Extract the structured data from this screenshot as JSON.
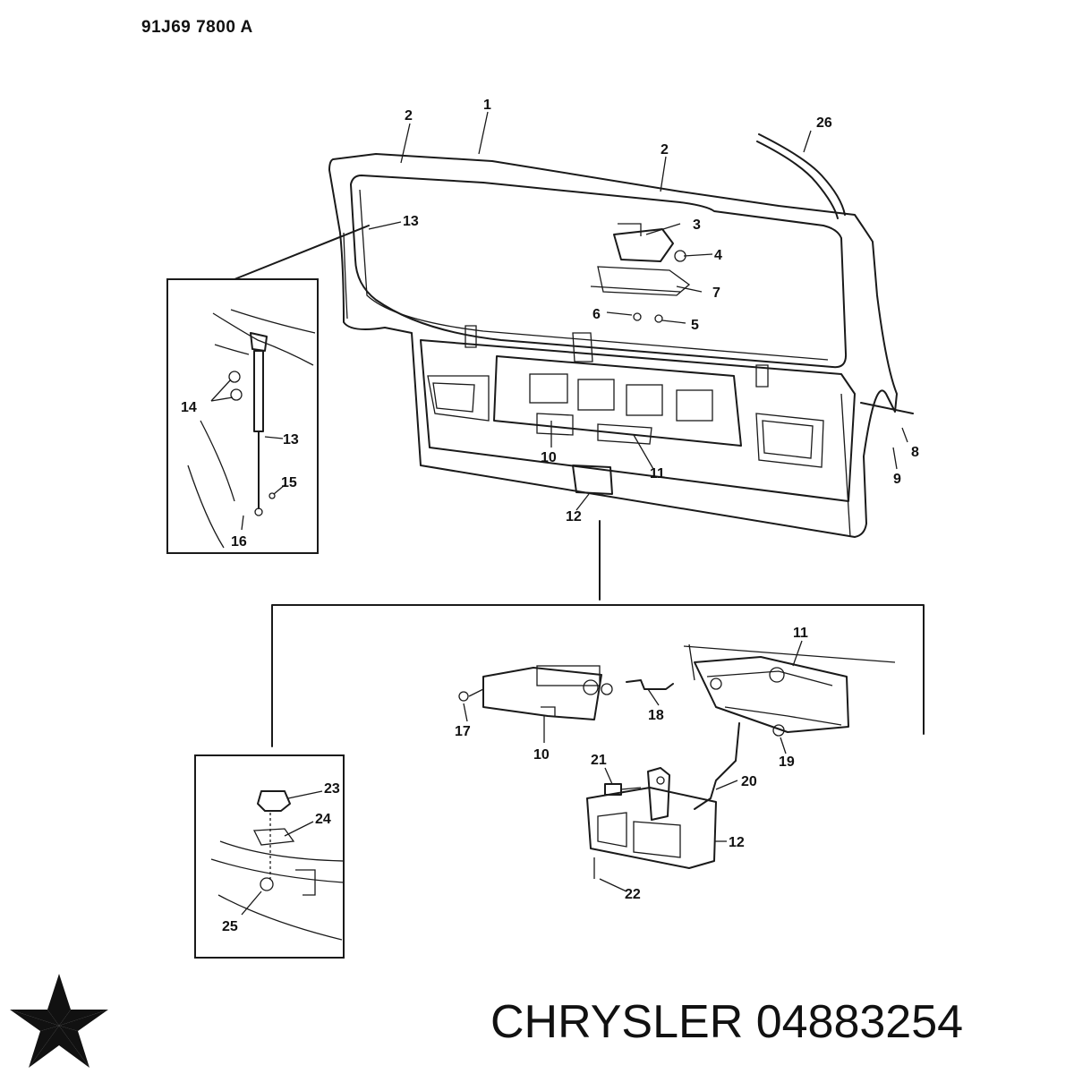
{
  "header": {
    "drawing_code": "91J69 7800 A"
  },
  "footer": {
    "brand": "CHRYSLER",
    "part_number": "04883254",
    "logo": "chrysler-pentastar-logo"
  },
  "callouts": {
    "liftgate": "1",
    "hinge_left": "2",
    "hinge_right": "2",
    "hinge_3": "3",
    "bolt_4": "4",
    "screw_5": "5",
    "screw_6": "6",
    "plate_7": "7",
    "clip_8": "8",
    "nut_9": "9",
    "latch_10_top": "10",
    "latch_11_top": "11",
    "latch_12_top": "12",
    "strut_13_top": "13",
    "strut_13_inset": "13",
    "bolt_14": "14",
    "clip_15": "15",
    "stud_16": "16",
    "clip_17": "17",
    "rod_18": "18",
    "nut_19": "19",
    "rod_20": "20",
    "bolt_21": "21",
    "screw_22": "22",
    "striker_23": "23",
    "shim_24": "24",
    "nut_25": "25",
    "weatherstrip_26": "26",
    "latch_10_detail": "10",
    "latch_11_detail": "11",
    "latch_12_detail": "12"
  }
}
